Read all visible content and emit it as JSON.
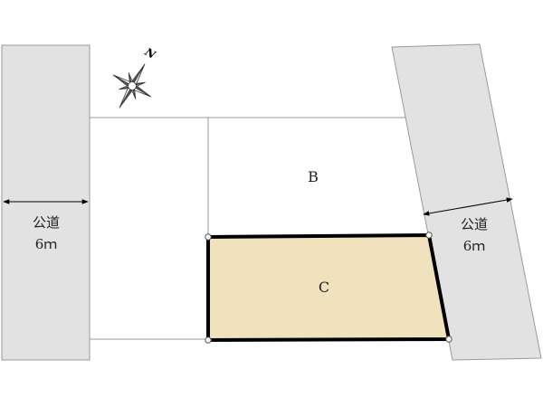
{
  "roads": {
    "left": {
      "name": "公道",
      "width": "6ｍ"
    },
    "right": {
      "name": "公道",
      "width": "6ｍ"
    }
  },
  "lots": {
    "b": {
      "label": "B"
    },
    "c": {
      "label": "C",
      "fill": "#f0e2bd"
    }
  },
  "compass": {
    "north_letter": "N",
    "icon": "north-compass-rose-icon"
  },
  "colors": {
    "road": "#e2e2e2",
    "plot_c_border": "#000000",
    "lot_lines": "#9a9a9a"
  }
}
